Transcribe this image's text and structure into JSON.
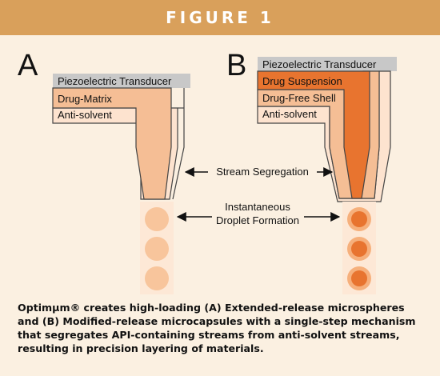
{
  "figure_title": "FIGURE 1",
  "panel_a": {
    "letter": "A",
    "layers": [
      "Piezoelectric Transducer",
      "Drug-Matrix",
      "Anti-solvent"
    ]
  },
  "panel_b": {
    "letter": "B",
    "layers": [
      "Piezoelectric Transducer",
      "Drug Suspension",
      "Drug-Free Shell",
      "Anti-solvent"
    ]
  },
  "annotations": {
    "stream": "Stream Segregation",
    "droplet_line1": "Instantaneous",
    "droplet_line2": "Droplet Formation"
  },
  "caption": "Optimμm® creates high-loading (A) Extended-release microspheres and (B) Modified-release microcapsules with a single-step mechanism that segregates API-containing streams from anti-solvent streams, resulting in precision layering of materials.",
  "colors": {
    "banner": "#d9a05b",
    "background": "#fbf0e1",
    "transducer": "#c8c8c8",
    "drug_matrix": "#f5be95",
    "drug_suspension": "#e8742f",
    "drug_free_shell": "#f5be95",
    "anti_solvent": "#fde3cf"
  }
}
